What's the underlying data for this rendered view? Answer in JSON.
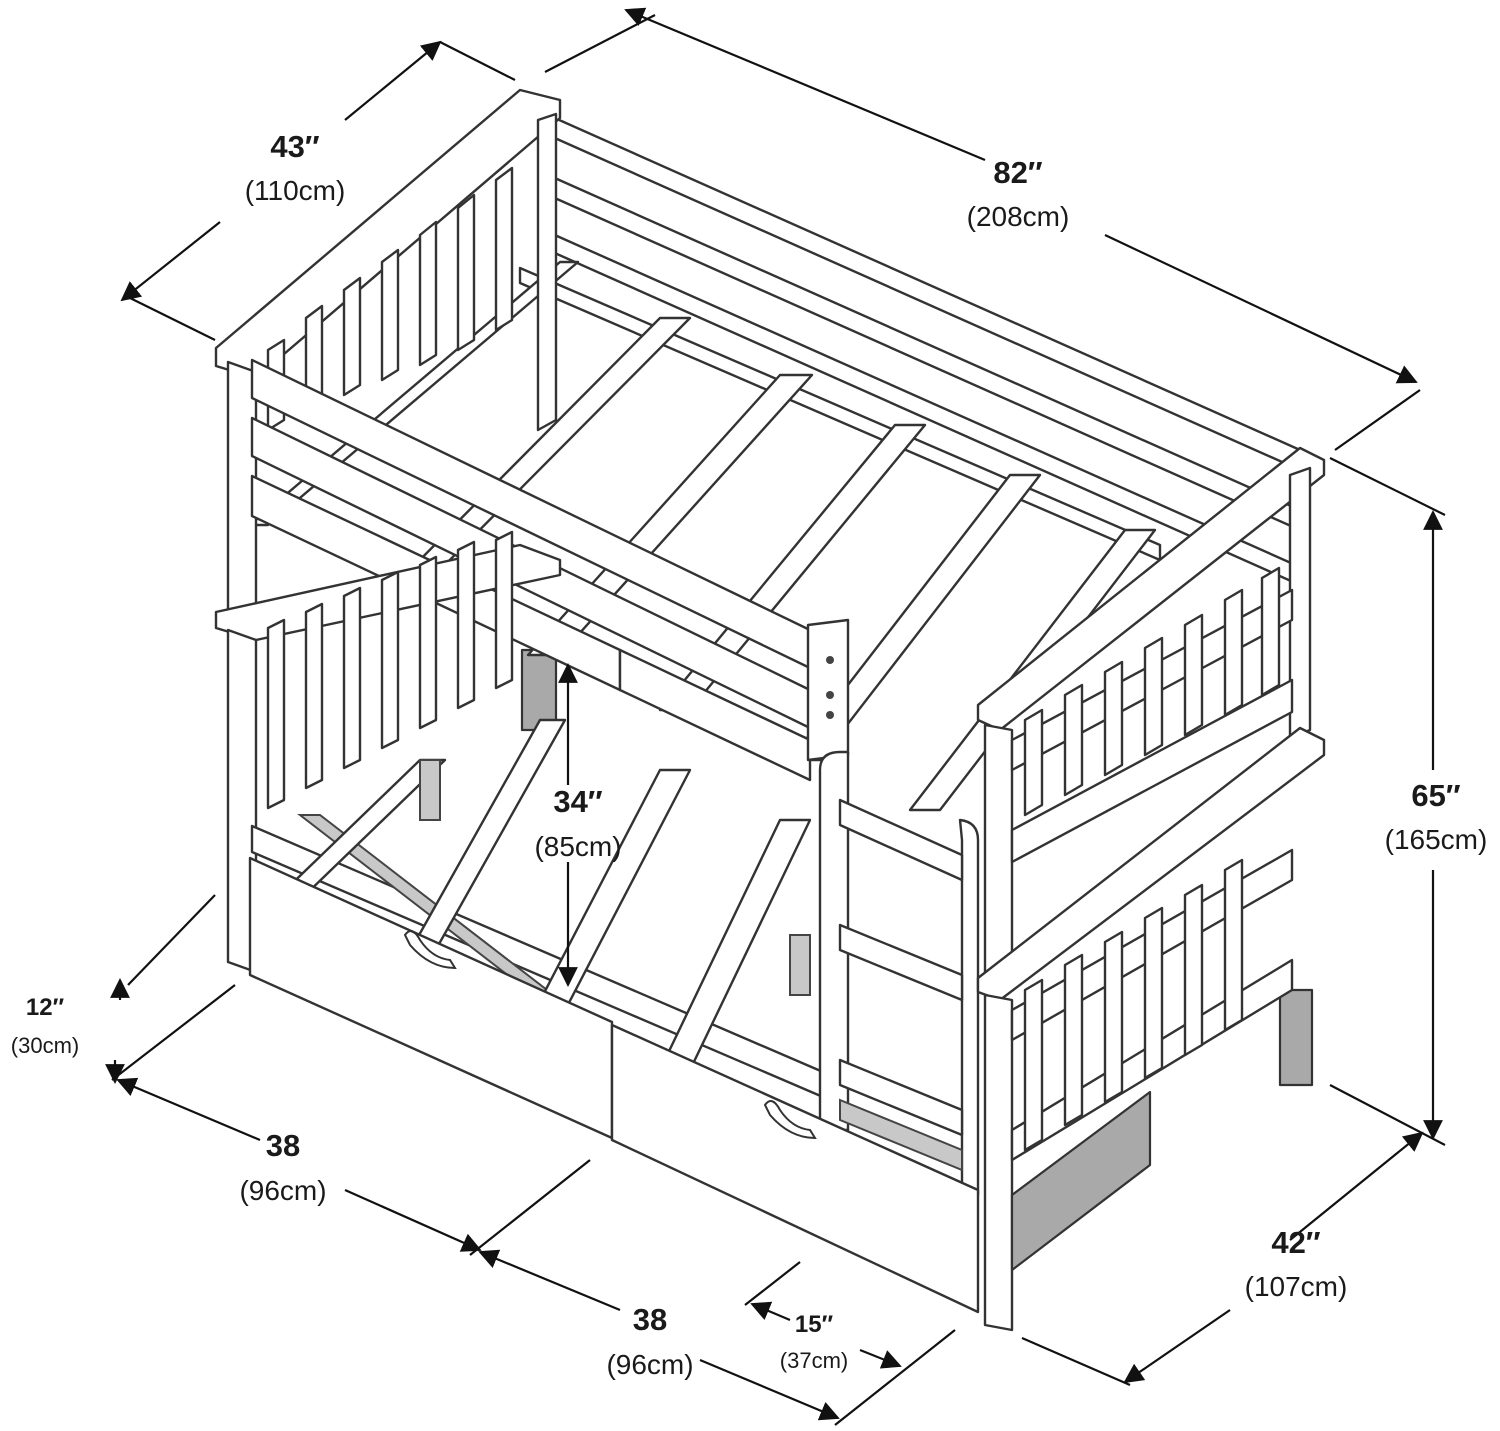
{
  "dimensions": {
    "width_top": {
      "main": "43″",
      "sub": "(110cm)"
    },
    "length_top": {
      "main": "82″",
      "sub": "(208cm)"
    },
    "height_total": {
      "main": "65″",
      "sub": "(165cm)"
    },
    "clearance": {
      "main": "34″",
      "sub": "(85cm)"
    },
    "drawer_height": {
      "main": "12″",
      "sub": "(30cm)"
    },
    "drawer_1_length": {
      "main": "38",
      "sub": "(96cm)"
    },
    "drawer_2_length": {
      "main": "38",
      "sub": "(96cm)"
    },
    "ladder_depth": {
      "main": "15″",
      "sub": "(37cm)"
    },
    "width_bottom": {
      "main": "42″",
      "sub": "(107cm)"
    }
  },
  "colors": {
    "line": "#333333",
    "shade": "#a9a9a9",
    "background": "#ffffff"
  }
}
